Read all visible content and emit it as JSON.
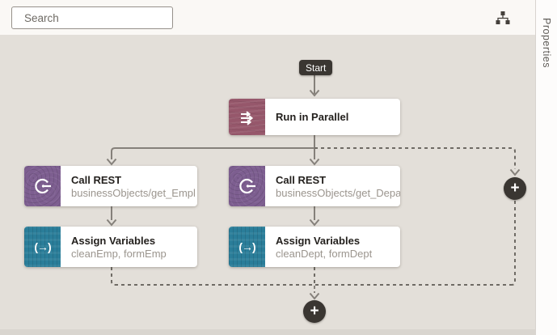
{
  "toolbar": {
    "search_placeholder": "Search"
  },
  "properties_panel": {
    "label": "Properties"
  },
  "canvas": {
    "start_label": "Start",
    "add_button_glyph": "+",
    "assign_icon_glyph": "(→)",
    "nodes": [
      {
        "id": "run-in-parallel",
        "title": "Run in Parallel",
        "subtitle": "",
        "icon": "parallel-arrows-icon",
        "accent": "#96576b"
      },
      {
        "id": "call-rest-employees",
        "title": "Call REST",
        "subtitle": "businessObjects/get_Empl",
        "icon": "rest-call-icon",
        "accent": "#7d5e90"
      },
      {
        "id": "call-rest-departments",
        "title": "Call REST",
        "subtitle": "businessObjects/get_Depa",
        "icon": "rest-call-icon",
        "accent": "#7d5e90"
      },
      {
        "id": "assign-variables-emp",
        "title": "Assign Variables",
        "subtitle": "cleanEmp, formEmp",
        "icon": "assign-variables-icon",
        "accent": "#2a7d99"
      },
      {
        "id": "assign-variables-dept",
        "title": "Assign Variables",
        "subtitle": "cleanDept, formDept",
        "icon": "assign-variables-icon",
        "accent": "#2a7d99"
      }
    ],
    "colors": {
      "canvas_bg": "#e3dfd9",
      "connector": "#85807a",
      "dashed_connector": "#6f6b65",
      "badge_bg": "#3a3632",
      "parallel_accent": "#96576b",
      "rest_accent": "#7d5e90",
      "assign_accent": "#2a7d99"
    }
  }
}
